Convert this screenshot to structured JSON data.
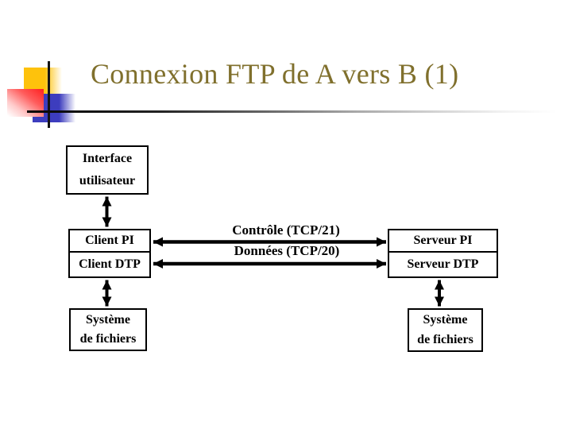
{
  "slide": {
    "title": "Connexion FTP de A vers B (1)"
  },
  "diagram": {
    "client": {
      "interface_line1": "Interface",
      "interface_line2": "utilisateur",
      "pi": "Client PI",
      "dtp": "Client DTP",
      "fs_line1": "Système",
      "fs_line2": "de fichiers"
    },
    "server": {
      "pi": "Serveur PI",
      "dtp": "Serveur DTP",
      "fs_line1": "Système",
      "fs_line2": "de fichiers"
    },
    "connections": {
      "control": "Contrôle (TCP/21)",
      "data": "Données (TCP/20)"
    }
  },
  "colors": {
    "title_text": "#80702d",
    "accent_yellow": "#fec20c",
    "accent_red": "#ff1f1f",
    "accent_blue": "#3d3dbe",
    "diagram_ink": "#000000",
    "background": "#ffffff"
  }
}
